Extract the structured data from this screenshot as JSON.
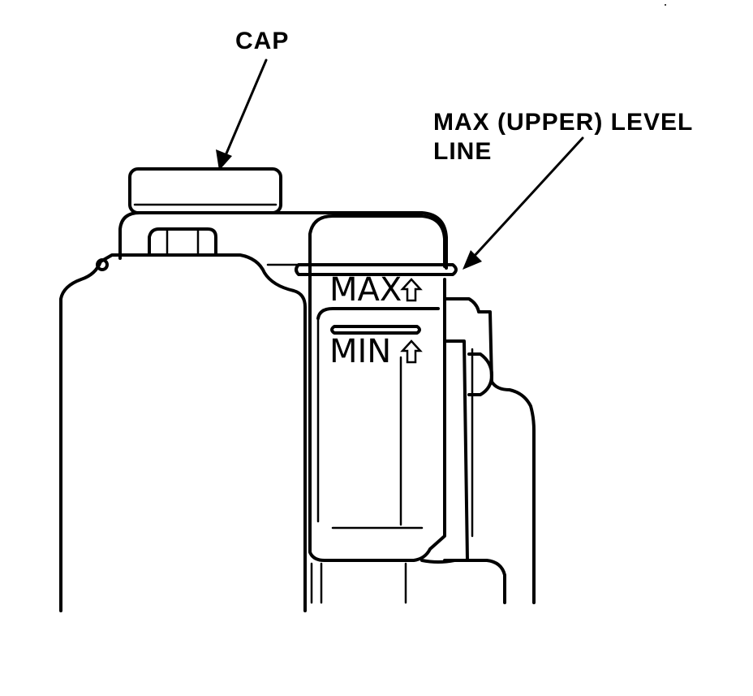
{
  "labels": {
    "cap": "CAP",
    "max_level_line_1": "MAX (UPPER) LEVEL",
    "max_level_line_2": "LINE"
  },
  "reservoir_markings": {
    "max": "MAX",
    "min": "MIN"
  },
  "colors": {
    "ink": "#000000",
    "paper": "#ffffff"
  }
}
